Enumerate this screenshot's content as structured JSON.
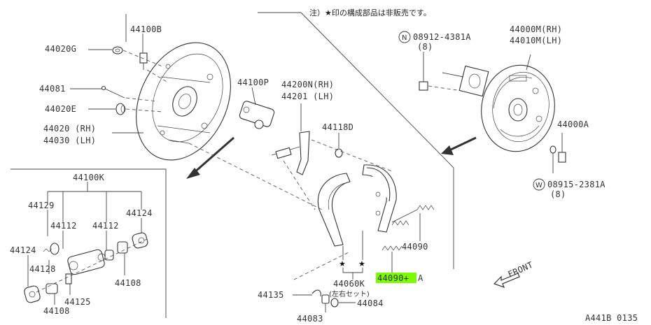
{
  "note": "注）★印の構成部品は非販売です。",
  "labels": {
    "p44100B": "44100B",
    "p44020G": "44020G",
    "p44081": "44081",
    "p44020E": "44020E",
    "p44020": "44020 (RH)",
    "p44030": "44030 (LH)",
    "p44100P": "44100P",
    "p44200N": "44200N(RH)",
    "p44201": "44201   (LH)",
    "p44118D": "44118D",
    "pN08912": "08912-4381A",
    "pN08912_qty": "(8)",
    "p44000M": "44000M(RH)",
    "p44010M": "44010M(LH)",
    "p44000A": "44000A",
    "pW08915": "08915-2381A",
    "pW08915_qty": "(8)",
    "p44100K": "44100K",
    "p44129": "44129",
    "p44112a": "44112",
    "p44112b": "44112",
    "p44124a": "44124",
    "p44124b": "44124",
    "p44128": "44128",
    "p44125": "44125",
    "p44108a": "44108",
    "p44108b": "44108",
    "p44090": "44090",
    "p44090A_main": "44090+",
    "p44090A_suffix": "A",
    "p44060K": "44060K",
    "p44060K_sub": "(左右セット)",
    "p44135": "44135",
    "p44084": "44084",
    "p44083": "44083",
    "front": "FRONT",
    "code": "A441B 0135",
    "circleN": "N",
    "circleW": "W",
    "star": "★"
  }
}
